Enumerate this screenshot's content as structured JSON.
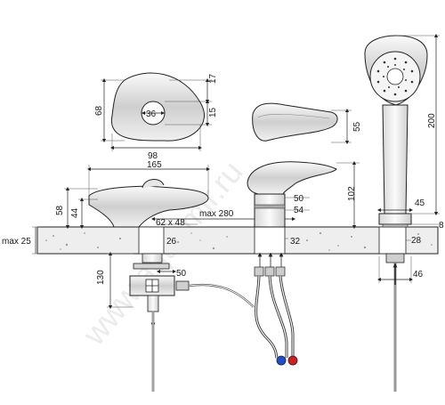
{
  "watermark": "www.aquamir.ru",
  "handle_top": {
    "depth": "68",
    "hole": "36",
    "width": "98",
    "d17": "17",
    "d15": "15"
  },
  "spout": {
    "height": "55"
  },
  "mixer": {
    "height": "102",
    "d50": "50",
    "d54": "54",
    "d32": "32",
    "max280": "max 280"
  },
  "plug_lid": {
    "width": "165",
    "h58": "58",
    "h44": "44"
  },
  "drain": {
    "d62x48": "62 x 48",
    "d26": "26",
    "h130": "130",
    "d50": "50"
  },
  "countertop": {
    "max25": "max 25"
  },
  "shower": {
    "h200": "200",
    "d45": "45",
    "d8": "8",
    "d28": "28",
    "d46": "46"
  },
  "colors": {
    "hot": "#d11f1f",
    "cold": "#1f4fd1",
    "stone": "#eeeeee"
  }
}
